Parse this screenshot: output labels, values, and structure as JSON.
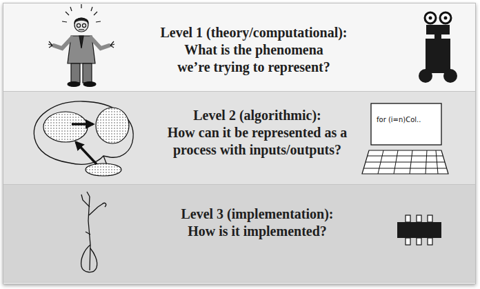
{
  "diagram": {
    "nodes": [
      {
        "text": [
          "Level 1 (theory/computational):",
          "What is the phenomena we’re trying to represent?"
        ]
      },
      {
        "text": [
          "Level 2 (algorithmic):",
          "How can it be represented as a process with inputs/outputs?"
        ]
      },
      {
        "text": [
          "Level 3 (implementation):",
          "How is it implemented?"
        ]
      }
    ],
    "labels": [
      "for (i=n)Col.."
    ]
  }
}
